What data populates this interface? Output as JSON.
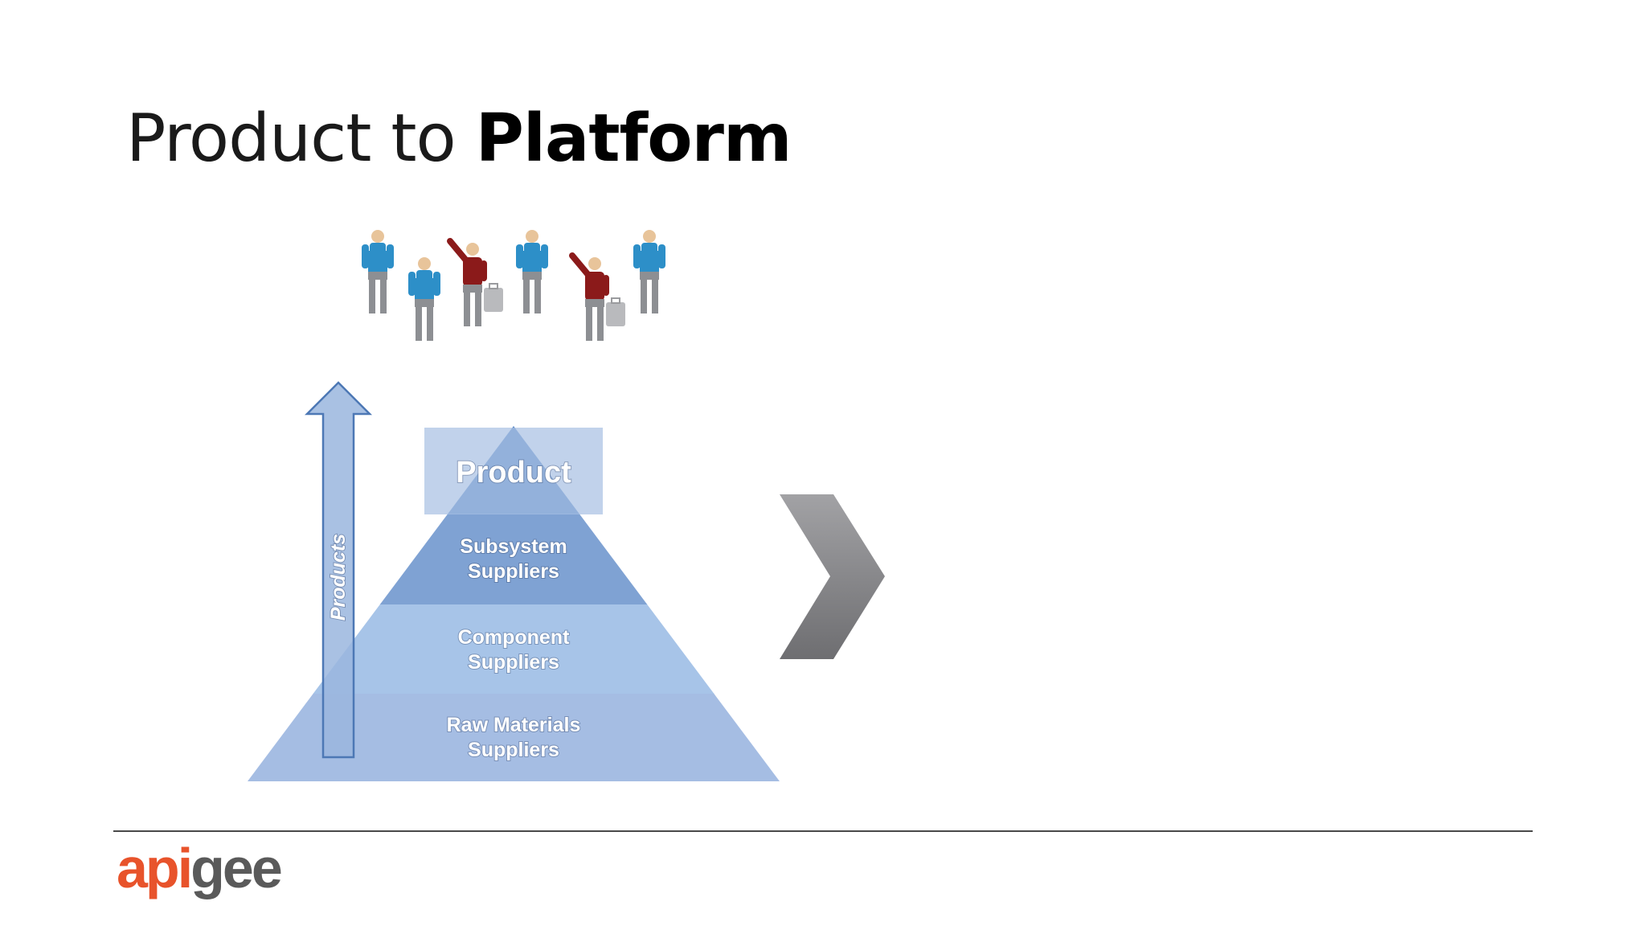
{
  "slide": {
    "title_regular": "Product to ",
    "title_bold": "Platform"
  },
  "diagram": {
    "arrow_label": "Products",
    "apex_label": "Product",
    "layers": [
      {
        "line1": "Subsystem",
        "line2": "Suppliers"
      },
      {
        "line1": "Component",
        "line2": "Suppliers"
      },
      {
        "line1": "Raw Materials",
        "line2": "Suppliers"
      }
    ]
  },
  "colors": {
    "apex_box": "#a9c0e3",
    "pyramid_top": "#5b8ac6",
    "layer_subsystem": "#7fa2d3",
    "layer_component": "#a7c4e8",
    "layer_raw": "#a5bde3",
    "arrow": "#9ab6de",
    "arrow_stroke": "#4d78b5",
    "chevron": "#8a8a8c",
    "logo_orange": "#e8532b",
    "logo_gray": "#5a5a5a",
    "person_blue_shirt": "#2d8fc8",
    "person_red_shirt": "#8b1a1a"
  },
  "people": [
    {
      "type": "standing",
      "shirt": "blue"
    },
    {
      "type": "standing",
      "shirt": "blue"
    },
    {
      "type": "waving-with-suitcase",
      "shirt": "red"
    },
    {
      "type": "standing",
      "shirt": "blue"
    },
    {
      "type": "waving-with-suitcase",
      "shirt": "red"
    },
    {
      "type": "standing",
      "shirt": "blue"
    }
  ],
  "logo": {
    "part1": "api",
    "part2": "gee"
  }
}
